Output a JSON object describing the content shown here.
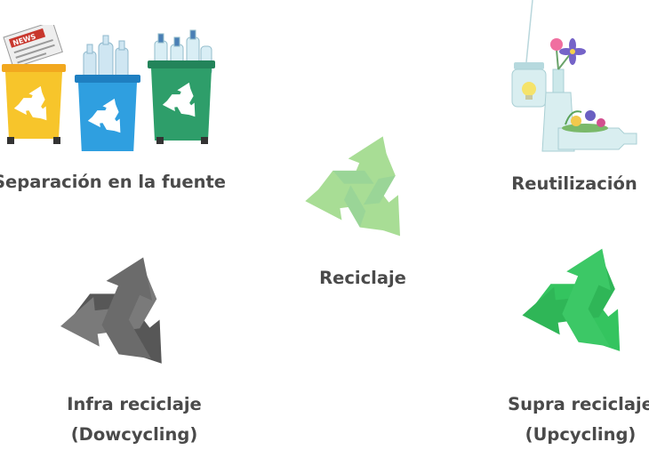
{
  "labels": {
    "separacion": "Separación en la fuente",
    "reutilizacion": "Reutilización",
    "reciclaje": "Reciclaje",
    "infra_line1": "Infra reciclaje",
    "infra_line2": "(Dowcycling)",
    "supra_line1": "Supra reciclaje",
    "supra_line2": "(Upcycling)"
  },
  "newspaper_text": "NEWS",
  "colors": {
    "label_text": "#4a4a4a",
    "bin_yellow": "#f7c52b",
    "bin_blue": "#2f9fe0",
    "bin_green": "#2e9e6a",
    "recycle_light_green": "#a8dd95",
    "recycle_gray": "#6e6e6e",
    "recycle_bright_green": "#2fbe5a"
  }
}
